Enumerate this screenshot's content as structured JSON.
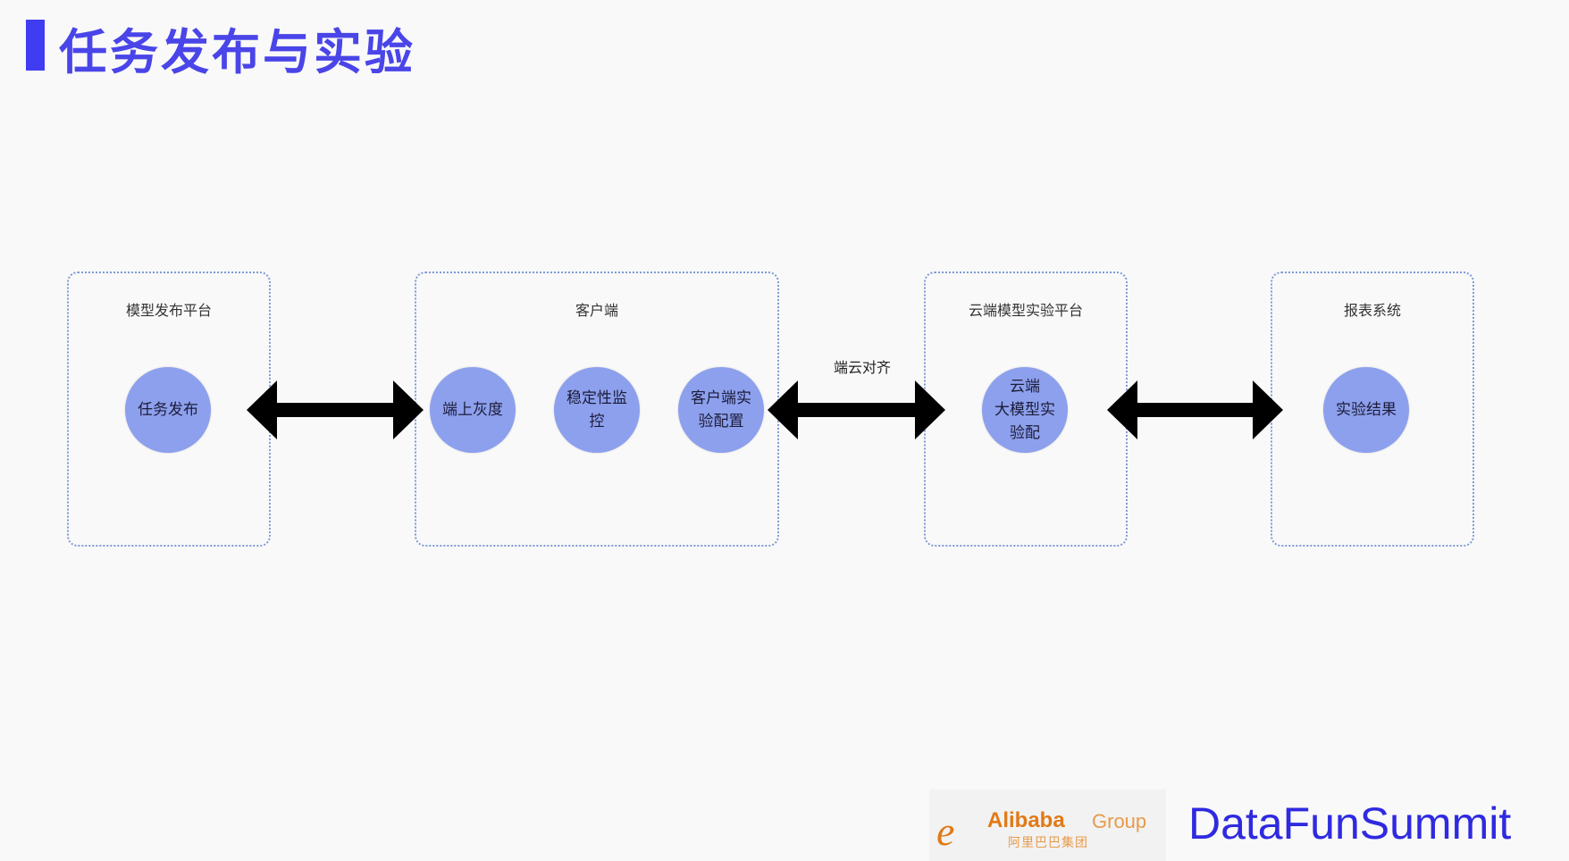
{
  "slide": {
    "title": "任务发布与实验",
    "accent_color": "#3f3cf2"
  },
  "diagram": {
    "groups": [
      {
        "id": "g1",
        "label": "模型发布平台",
        "nodes": [
          {
            "lines": [
              "任务发布"
            ]
          }
        ]
      },
      {
        "id": "g2",
        "label": "客户端",
        "nodes": [
          {
            "lines": [
              "端上灰度"
            ]
          },
          {
            "lines": [
              "稳定性监",
              "控"
            ]
          },
          {
            "lines": [
              "客户端实",
              "验配置"
            ]
          }
        ]
      },
      {
        "id": "g3",
        "label": "云端模型实验平台",
        "nodes": [
          {
            "lines": [
              "云端",
              "大模型实",
              "验配"
            ]
          }
        ]
      },
      {
        "id": "g4",
        "label": "报表系统",
        "nodes": [
          {
            "lines": [
              "实验结果"
            ]
          }
        ]
      }
    ],
    "edges": [
      {
        "from": "g1",
        "to": "g2",
        "type": "bidirectional",
        "label": ""
      },
      {
        "from": "g2",
        "to": "g3",
        "type": "bidirectional",
        "label": "端云对齐"
      },
      {
        "from": "g3",
        "to": "g4",
        "type": "bidirectional",
        "label": ""
      }
    ],
    "node_color": "#8da0ed",
    "border_color": "#7d9ad6"
  },
  "footer": {
    "alibaba_mark": "e",
    "alibaba_en": "Alibaba",
    "alibaba_group": "Group",
    "alibaba_cn": "阿里巴巴集团",
    "brand": "DataFunSummit",
    "brand_color": "#2f2ae0"
  }
}
